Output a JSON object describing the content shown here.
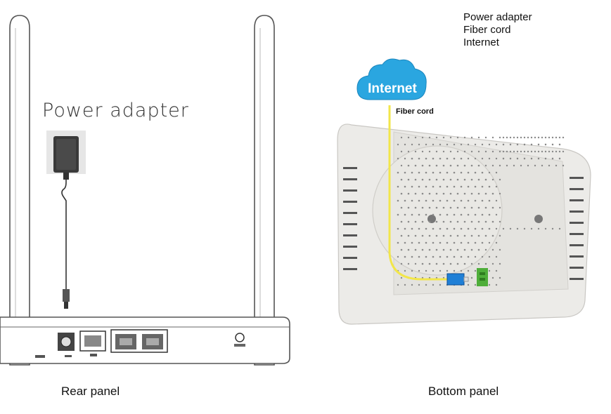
{
  "legend": {
    "items": [
      "Power adapter",
      "Fiber cord",
      "Internet"
    ]
  },
  "rear_panel": {
    "power_adapter_label": "Power adapter",
    "caption": "Rear panel"
  },
  "bottom_panel": {
    "cloud_label": "Internet",
    "fiber_cord_label": "Fiber cord",
    "caption": "Bottom panel"
  },
  "colors": {
    "cloud_blue": "#2aa6e0",
    "fiber_yellow": "#f2e64a",
    "connector_blue": "#1f7fd6",
    "port_green": "#4fae3a",
    "device_body": "#ecebe8"
  }
}
